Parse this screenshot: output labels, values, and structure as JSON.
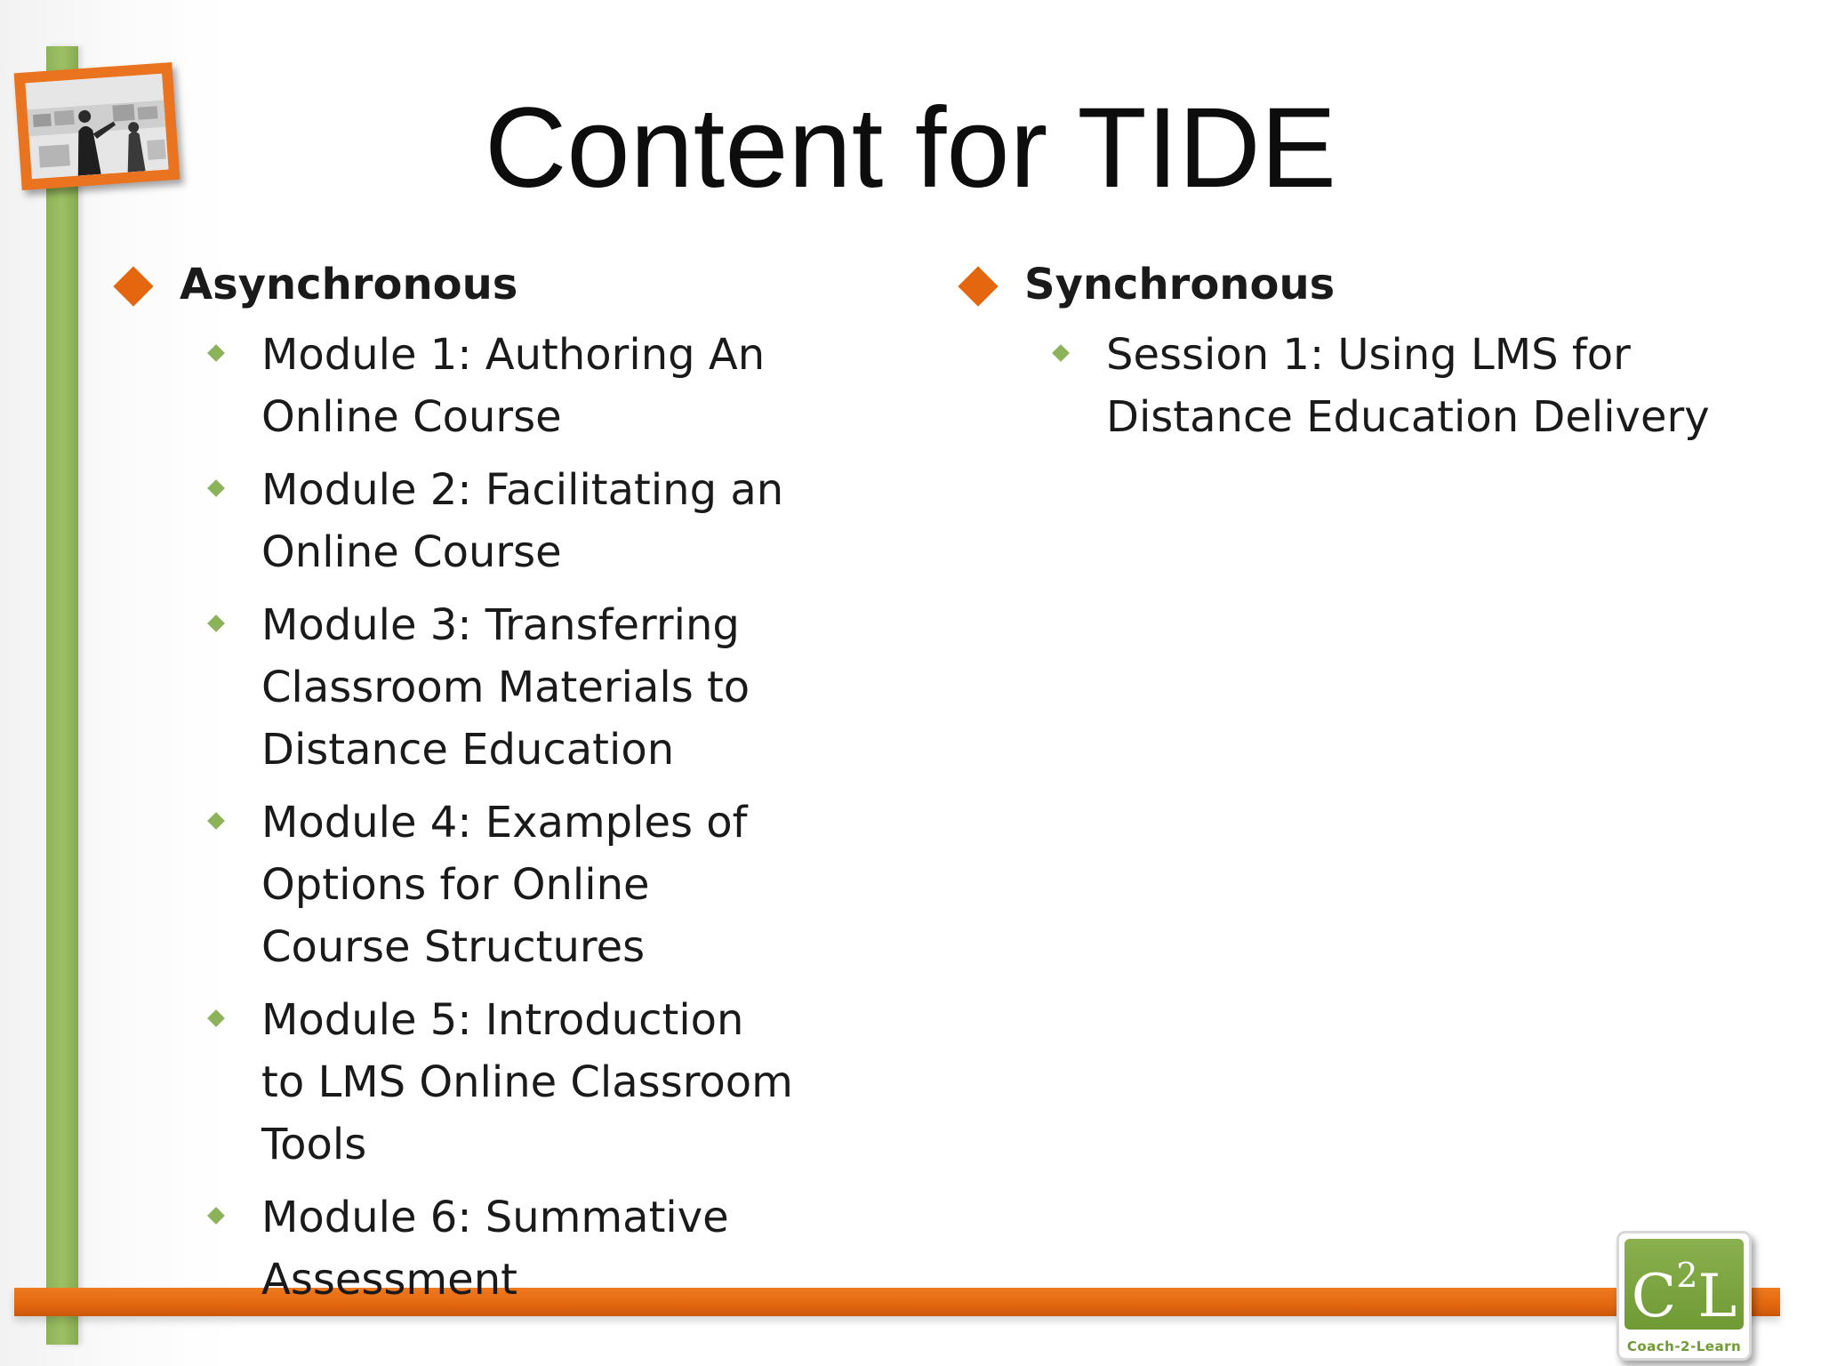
{
  "slide": {
    "title": "Content for TIDE",
    "colors": {
      "accent_orange": "#e4670f",
      "accent_green": "#8cb35a",
      "text": "#1a1a1a"
    },
    "left_column": {
      "heading": "Asynchronous",
      "items": [
        "Module 1: Authoring An Online Course",
        "Module 2: Facilitating an Online Course",
        "Module 3: Transferring Classroom Materials to Distance Education",
        "Module 4: Examples of Options for Online Course Structures",
        "Module 5: Introduction to LMS Online Classroom Tools",
        "Module 6: Summative Assessment"
      ]
    },
    "right_column": {
      "heading": "Synchronous",
      "items": [
        "Session 1: Using LMS for Distance Education Delivery"
      ]
    },
    "logo": {
      "mark_main": "C",
      "mark_sup": "2",
      "mark_end": "L",
      "text": "Coach-2-Learn"
    }
  }
}
